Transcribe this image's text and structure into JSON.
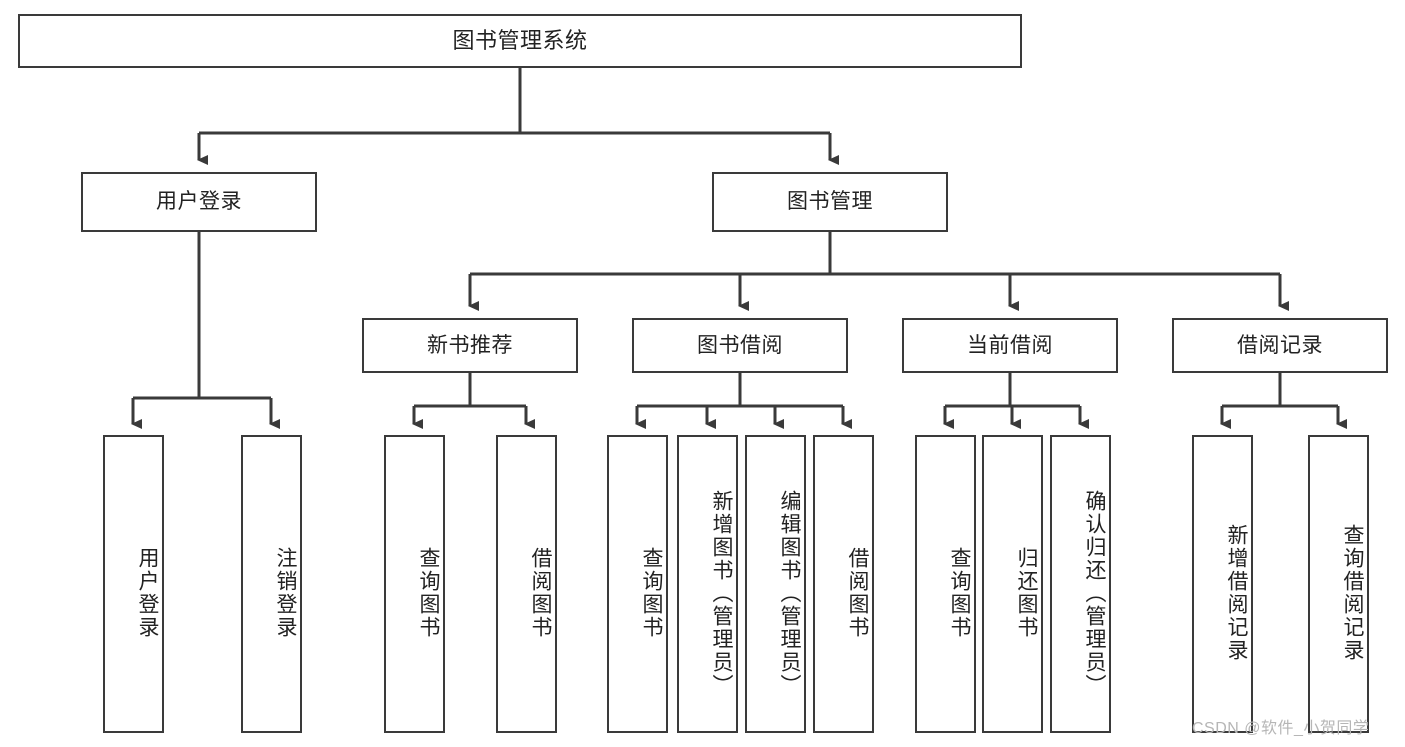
{
  "diagram": {
    "type": "tree-hierarchy",
    "title": "图书管理系统",
    "root": {
      "id": "root",
      "label": "图书管理系统",
      "orientation": "horizontal"
    },
    "level1": [
      {
        "id": "user-login",
        "label": "用户登录",
        "orientation": "horizontal"
      },
      {
        "id": "book-manage",
        "label": "图书管理",
        "orientation": "horizontal"
      }
    ],
    "level2": [
      {
        "id": "new-book-recommend",
        "label": "新书推荐",
        "parent": "book-manage",
        "orientation": "horizontal"
      },
      {
        "id": "book-borrow",
        "label": "图书借阅",
        "parent": "book-manage",
        "orientation": "horizontal"
      },
      {
        "id": "current-borrow",
        "label": "当前借阅",
        "parent": "book-manage",
        "orientation": "horizontal"
      },
      {
        "id": "borrow-record",
        "label": "借阅记录",
        "parent": "book-manage",
        "orientation": "horizontal"
      }
    ],
    "leaves": [
      {
        "id": "leaf-user-login",
        "label": "用户登录",
        "parent": "user-login",
        "orientation": "vertical"
      },
      {
        "id": "leaf-logout",
        "label": "注销登录",
        "parent": "user-login",
        "orientation": "vertical"
      },
      {
        "id": "leaf-query-book-1",
        "label": "查询图书",
        "parent": "new-book-recommend",
        "orientation": "vertical"
      },
      {
        "id": "leaf-borrow-book-1",
        "label": "借阅图书",
        "parent": "new-book-recommend",
        "orientation": "vertical"
      },
      {
        "id": "leaf-query-book-2",
        "label": "查询图书",
        "parent": "book-borrow",
        "orientation": "vertical"
      },
      {
        "id": "leaf-add-book",
        "label": "新增图书（管理员）",
        "parent": "book-borrow",
        "orientation": "vertical"
      },
      {
        "id": "leaf-edit-book",
        "label": "编辑图书（管理员）",
        "parent": "book-borrow",
        "orientation": "vertical"
      },
      {
        "id": "leaf-borrow-book-2",
        "label": "借阅图书",
        "parent": "book-borrow",
        "orientation": "vertical"
      },
      {
        "id": "leaf-query-book-3",
        "label": "查询图书",
        "parent": "current-borrow",
        "orientation": "vertical"
      },
      {
        "id": "leaf-return-book",
        "label": "归还图书",
        "parent": "current-borrow",
        "orientation": "vertical"
      },
      {
        "id": "leaf-confirm-return",
        "label": "确认归还（管理员）",
        "parent": "current-borrow",
        "orientation": "vertical"
      },
      {
        "id": "leaf-add-record",
        "label": "新增借阅记录",
        "parent": "borrow-record",
        "orientation": "vertical"
      },
      {
        "id": "leaf-query-record",
        "label": "查询借阅记录",
        "parent": "borrow-record",
        "orientation": "vertical"
      }
    ],
    "colors": {
      "box_border": "#3a3a3a",
      "box_fill": "#ffffff",
      "connector": "#3a3a3a",
      "text": "#222222",
      "background": "#ffffff",
      "watermark": "#b6b6b6"
    }
  },
  "watermark": {
    "text": "CSDN @软件_小贺同学"
  }
}
